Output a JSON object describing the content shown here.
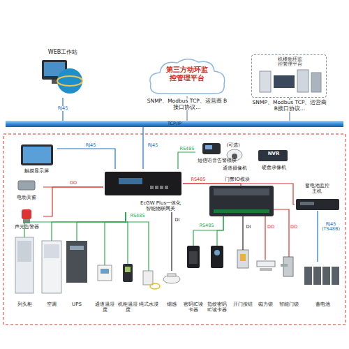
{
  "diagram": {
    "nodes": [
      {
        "text": [
          "WEB工作站"
        ]
      },
      {
        "text": [
          "第三方动环监控管理平台"
        ]
      },
      {
        "text": [
          "机楼动环监控管理平台"
        ]
      },
      {
        "text": [
          "TCP/IP"
        ]
      },
      {
        "text": [
          "触摸显示屏"
        ]
      },
      {
        "text": [
          "电动天窗"
        ]
      },
      {
        "text": [
          "声光告警器"
        ]
      },
      {
        "text": [
          "EcGW Plus一体化 智能物联网关"
        ]
      },
      {
        "text": [
          "短信语音告警模块",
          "(可选)"
        ]
      },
      {
        "text": [
          "通道摄像机"
        ]
      },
      {
        "text": [
          "NVR",
          "硬盘录像机"
        ]
      },
      {
        "text": [
          "门禁IO模块"
        ]
      },
      {
        "text": [
          "蓄电池监控主机"
        ]
      },
      {
        "text": [
          "列头柜"
        ]
      },
      {
        "text": [
          "空调"
        ]
      },
      {
        "text": [
          "UPS"
        ]
      },
      {
        "text": [
          "通道温湿度"
        ]
      },
      {
        "text": [
          "机柜温湿度"
        ]
      },
      {
        "text": [
          "绳式水浸"
        ]
      },
      {
        "text": [
          "烟感"
        ]
      },
      {
        "text": [
          "密码IC读卡器"
        ]
      },
      {
        "text": [
          "指纹密码IC读卡器"
        ]
      },
      {
        "text": [
          "开门按钮"
        ]
      },
      {
        "text": [
          "磁力锁"
        ]
      },
      {
        "text": [
          "智能门锁"
        ]
      },
      {
        "text": [
          "蓄电池"
        ]
      }
    ],
    "edges": [
      {
        "from": 0,
        "to": 3,
        "label": "RJ45",
        "arrow": "none"
      },
      {
        "from": 1,
        "to": 3,
        "label": "SNMP、Modbus TCP、运营商 B接口协议…",
        "arrow": "none"
      },
      {
        "from": 2,
        "to": 3,
        "label": "SNMP、Modbus TCP、运营商 B接口协议…",
        "arrow": "none"
      },
      {
        "from": 3,
        "to": 7,
        "label": "RJ45",
        "arrow": "none"
      },
      {
        "from": 4,
        "to": 7,
        "label": "RJ45",
        "arrow": "none"
      },
      {
        "from": 7,
        "to": 5,
        "label": "DO",
        "arrow": "none"
      },
      {
        "from": 7,
        "to": 6,
        "arrow": "none"
      },
      {
        "from": 7,
        "to": 8,
        "label": "RS485",
        "arrow": "none"
      },
      {
        "from": 7,
        "to": 11,
        "label": "RS485",
        "arrow": "none"
      },
      {
        "from": 7,
        "to": 12,
        "arrow": "none"
      },
      {
        "from": 7,
        "to": 13,
        "label": "RS485",
        "arrow": "none"
      },
      {
        "from": 7,
        "to": 14,
        "arrow": "none"
      },
      {
        "from": 7,
        "to": 15,
        "arrow": "none"
      },
      {
        "from": 7,
        "to": 16,
        "arrow": "none"
      },
      {
        "from": 7,
        "to": 17,
        "arrow": "none"
      },
      {
        "from": 7,
        "to": 18,
        "arrow": "none"
      },
      {
        "from": 7,
        "to": 19,
        "label": "DI",
        "arrow": "none"
      },
      {
        "from": 11,
        "to": 20,
        "label": "RS485",
        "arrow": "none"
      },
      {
        "from": 11,
        "to": 21,
        "arrow": "none"
      },
      {
        "from": 11,
        "to": 22,
        "label": "DI",
        "arrow": "none"
      },
      {
        "from": 11,
        "to": 23,
        "label": "DO",
        "arrow": "none"
      },
      {
        "from": 11,
        "to": 24,
        "label": "DO",
        "arrow": "none"
      },
      {
        "from": 12,
        "to": 25,
        "label": "RJ45 (TS48B)",
        "arrow": "none"
      }
    ]
  }
}
